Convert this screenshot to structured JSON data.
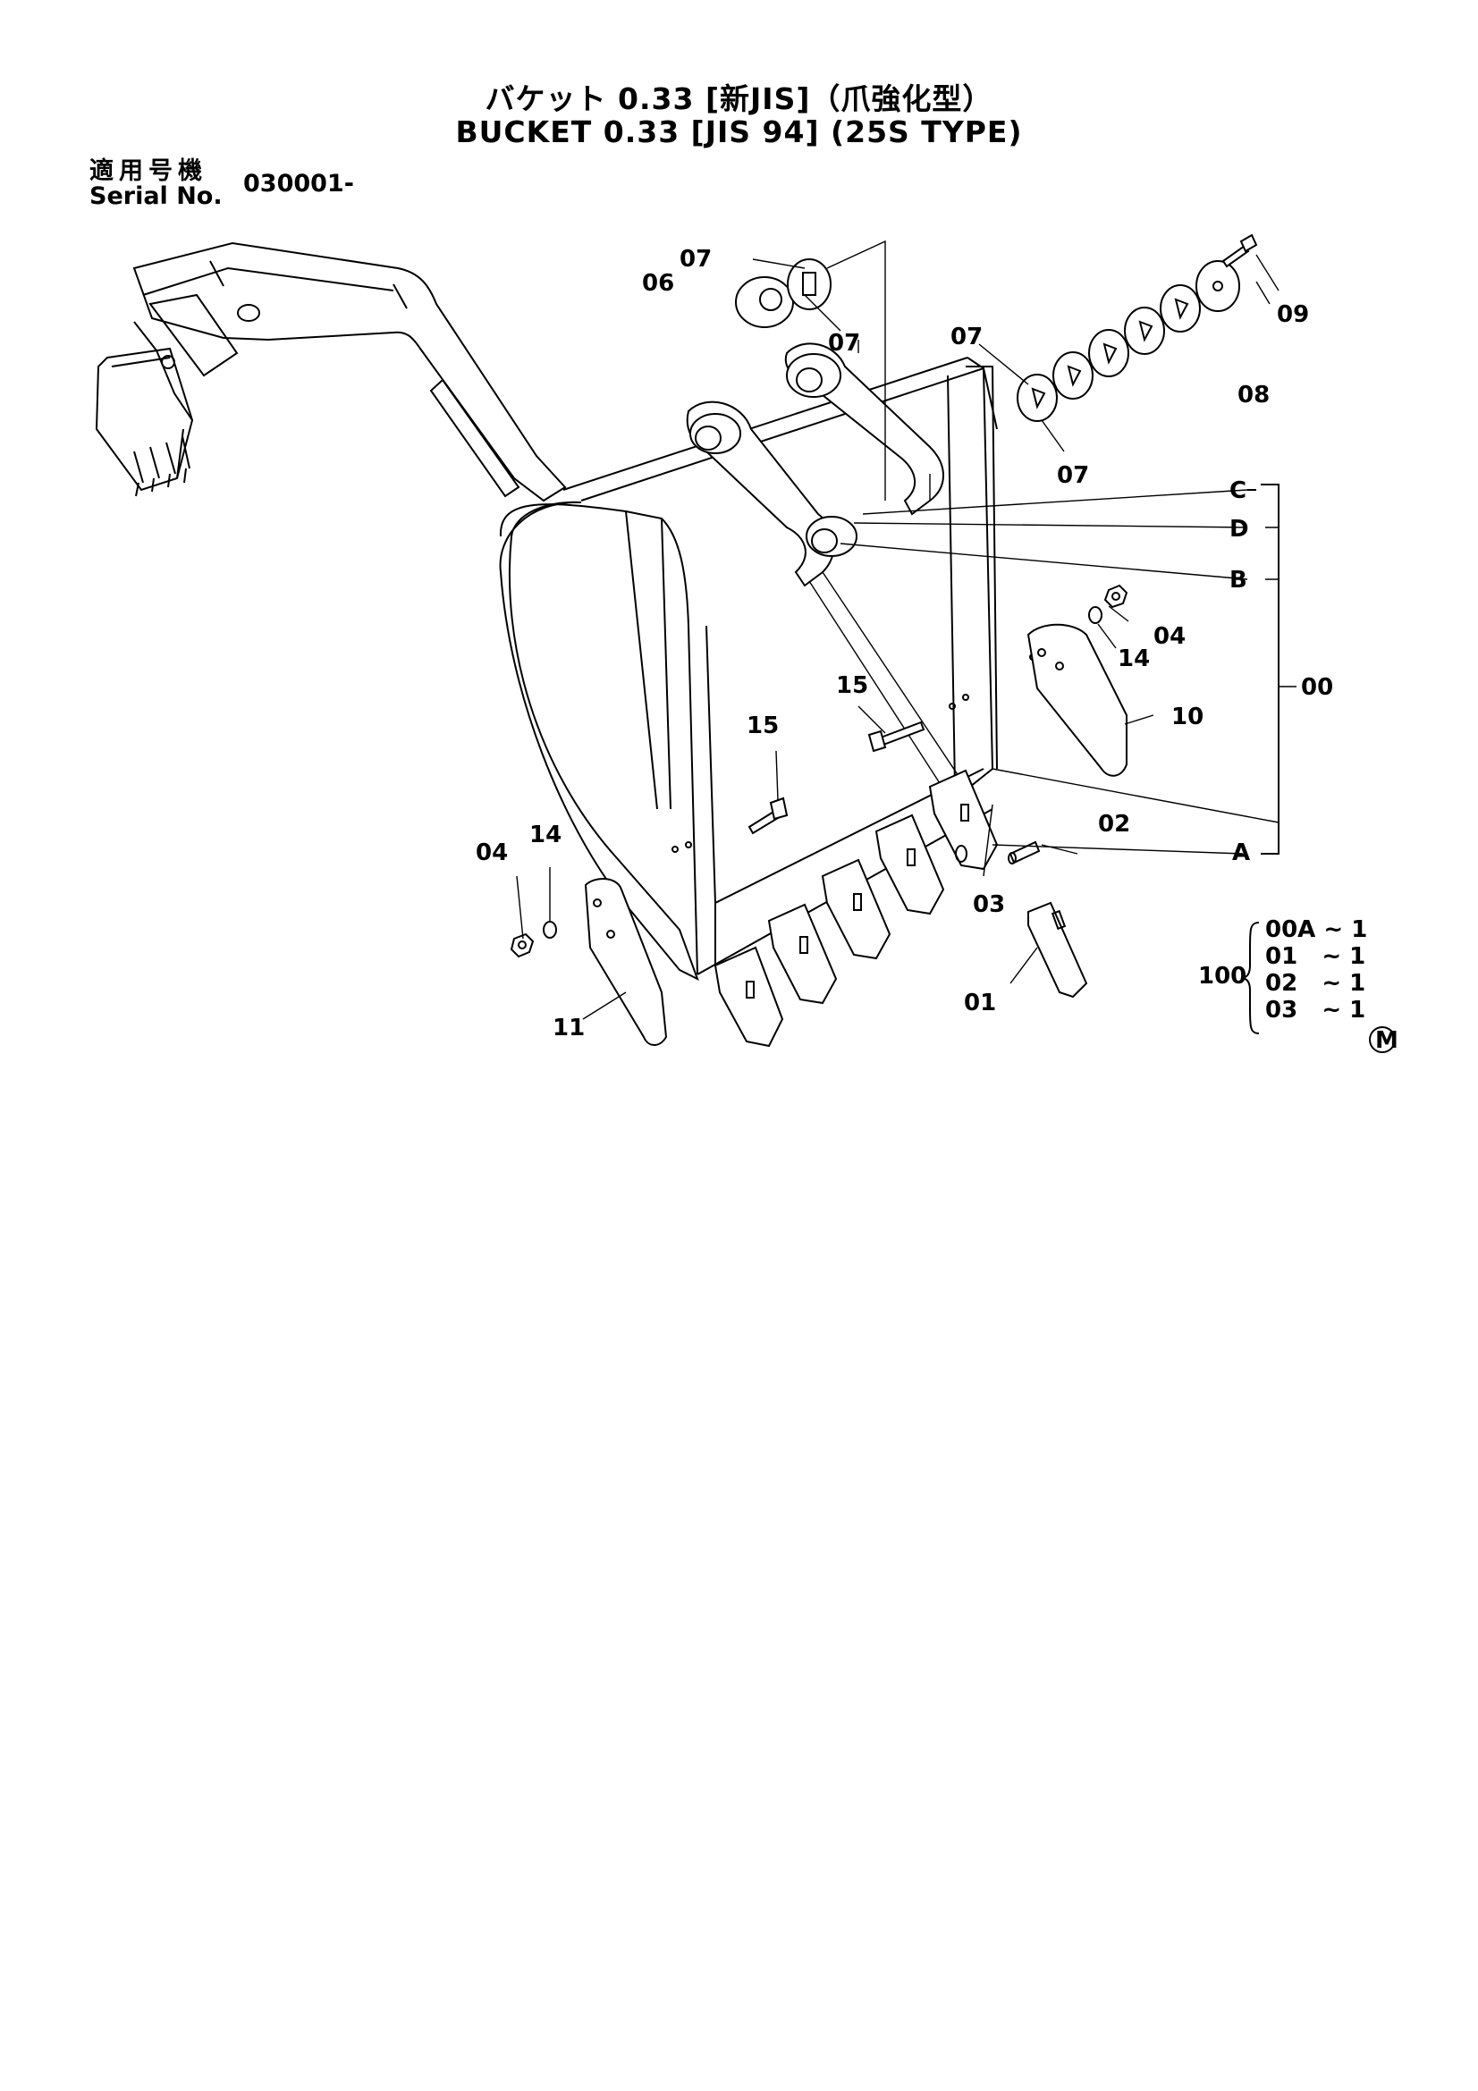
{
  "header": {
    "title_jp": "バケット 0.33 [新JIS]（爪強化型）",
    "title_en": "BUCKET 0.33 [JIS 94] (25S TYPE)",
    "serial_label_jp": "適用号機",
    "serial_label_en": "Serial No.",
    "serial_value": "030001-"
  },
  "callouts": {
    "p07_top": "07",
    "p06": "06",
    "p07_mid": "07",
    "p07_right": "07",
    "p07_low": "07",
    "p09": "09",
    "p08": "08",
    "refC": "C",
    "refD": "D",
    "refB": "B",
    "p04_right": "04",
    "p14_right": "14",
    "p00": "00",
    "p10": "10",
    "p15_right": "15",
    "p15_left": "15",
    "p02": "02",
    "refA": "A",
    "p04_left": "04",
    "p14_left": "14",
    "p03": "03",
    "p11": "11",
    "p01": "01"
  },
  "kit": {
    "number": "100",
    "items": [
      "00A ~ 1",
      "01   ~ 1",
      "02   ~ 1",
      "03   ~ 1"
    ]
  },
  "mark": "M"
}
